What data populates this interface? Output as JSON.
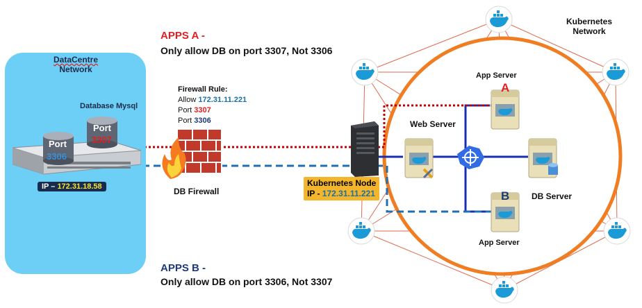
{
  "apps_a": {
    "title": "APPS A -",
    "subtitle": "Only allow DB on port 3307, Not  3306"
  },
  "apps_b": {
    "title": "APPS B -",
    "subtitle": "Only allow DB on port 3306, Not  3307"
  },
  "datacentre": {
    "title_line1": "DataCentre",
    "title_line2": "Network",
    "db_label": "Database Mysql",
    "db1_label": "Port",
    "db1_port": "3306",
    "db2_label": "Port",
    "db2_port": "3307",
    "ip_prefix": "IP – ",
    "ip_value": "172.31.18.58"
  },
  "firewall": {
    "rule_title": "Firewall Rule:",
    "allow_prefix": "Allow ",
    "allow_ip": "172.31.11.221",
    "port_prefix": "Port ",
    "port_a": "3307",
    "port_b": "3306",
    "label": "DB Firewall"
  },
  "kubernetes_node": {
    "label": "Kubernetes Node",
    "ip_prefix": "IP - ",
    "ip_value": "172.31.11.221"
  },
  "kubernetes_network": {
    "title_line1": "Kubernetes",
    "title_line2": "Network"
  },
  "cluster": {
    "web_server": "Web Server",
    "db_server": "DB Server",
    "app_server_a": "App Server",
    "app_server_b": "App Server",
    "badge_a": "A",
    "badge_b": "B"
  },
  "colors": {
    "dc_panel": "#6dcff6",
    "orange_ring": "#f07d22",
    "red_dotted_link": "#c00000",
    "blue_dashed_link": "#1f6fb5",
    "kube_mesh_line": "#e06a4f",
    "navy_link": "#1a2fb0",
    "node_badge": "#f2b52b",
    "ip_badge": "#172b4d",
    "whale_blue": "#1a9bd7"
  }
}
